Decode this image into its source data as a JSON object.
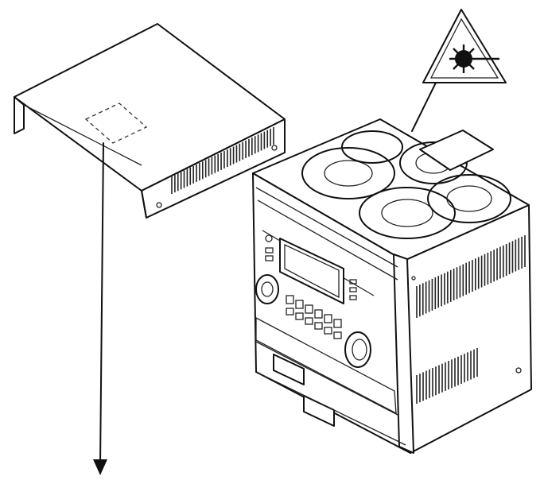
{
  "figure": {
    "icons": {
      "laser_warning": "laser-warning-triangle",
      "cover": "top-cover-panel",
      "unit": "mini-hifi-stereo-unit"
    },
    "colors": {
      "line": "#111111",
      "background": "#ffffff"
    }
  }
}
